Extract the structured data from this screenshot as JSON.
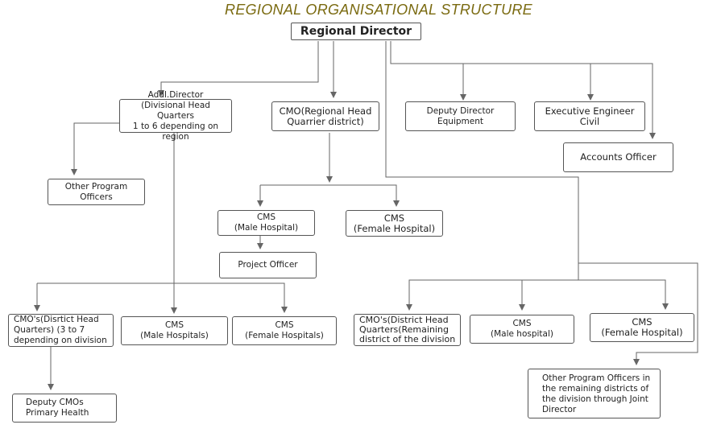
{
  "title": {
    "text": "REGIONAL ORGANISATIONAL STRUCTURE",
    "color": "#7a6a10"
  },
  "line_color": "#666666",
  "nodes": {
    "regional_director": "Regional Director",
    "addl_director": "Addl.Director\n(Divisional Head Quarters\n1 to 6 depending on  region",
    "cmo_regional": "CMO(Regional Head\nQuarrier district)",
    "deputy_director_equipment": "Deputy Director\nEquipment",
    "executive_engineer_civil": "Executive Engineer\nCivil",
    "accounts_officer": "Accounts Officer",
    "other_program_officers": "Other Program\nOfficers",
    "cms_male_hospital": "CMS\n(Male Hospital)",
    "cms_female_hospital": "CMS\n(Female Hospital)",
    "project_officer": "Project Officer",
    "cmos_district_hq": "CMO's(Disrtict Head\nQuarters) (3 to 7\ndepending on division",
    "cms_male_hospitals": "CMS\n(Male Hospitals)",
    "cms_female_hospitals": "CMS\n(Female Hospitals)",
    "cmos_remaining": "CMO's(District Head\nQuarters(Remaining\ndistrict of the division",
    "cms_male_hospital_2": "CMS\n(Male hospital)",
    "cms_female_hospital_2": "CMS\n(Female Hospital)",
    "deputy_cmos": "Deputy CMOs\nPrimary Health",
    "other_program_officers_remaining": "Other Program Officers in\nthe remaining districts of\nthe division through Joint\nDirector"
  }
}
